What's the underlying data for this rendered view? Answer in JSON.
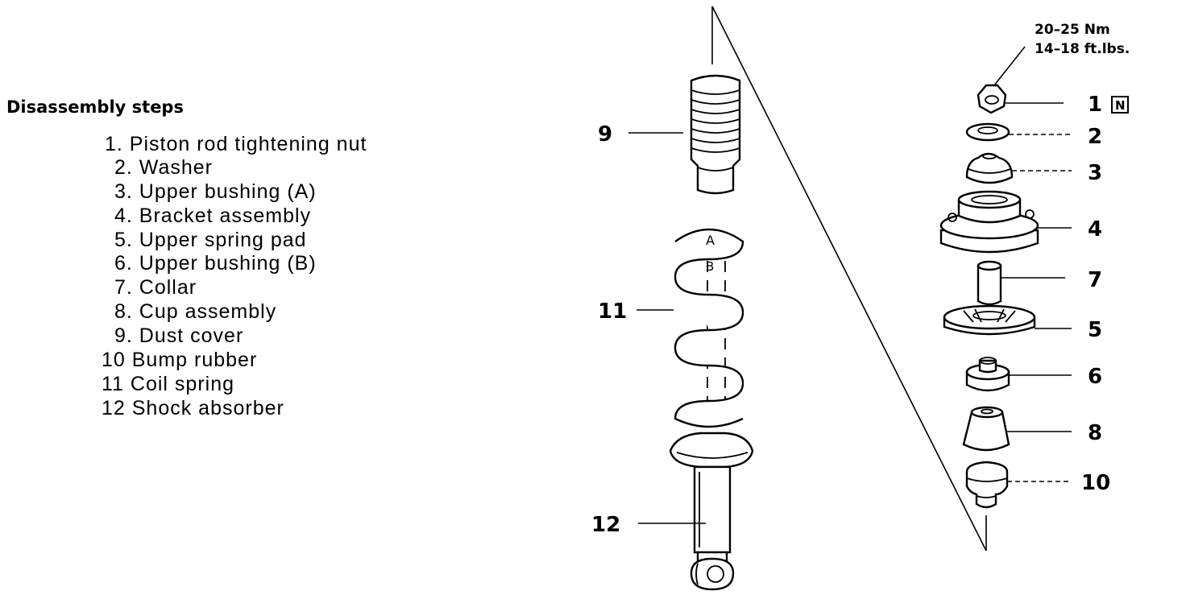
{
  "legend": {
    "title": "Disassembly steps",
    "steps": [
      "1. Piston rod tightening nut",
      "2. Washer",
      "3. Upper bushing (A)",
      "4. Bracket assembly",
      "5. Upper spring pad",
      "6. Upper bushing (B)",
      "7. Collar",
      "8. Cup assembly",
      "9. Dust cover",
      "10 Bump rubber",
      "11 Coil spring",
      "12 Shock absorber"
    ]
  },
  "torque": {
    "metric": "20–25 Nm",
    "imperial": "14–18 ft.lbs."
  },
  "callouts": {
    "c1": "1",
    "c2": "2",
    "c3": "3",
    "c4": "4",
    "c5": "5",
    "c6": "6",
    "c7": "7",
    "c8": "8",
    "c9": "9",
    "c10": "10",
    "c11": "11",
    "c12": "12",
    "new_part_mark": "N",
    "spring_mark_a": "A",
    "spring_mark_b": "B"
  }
}
